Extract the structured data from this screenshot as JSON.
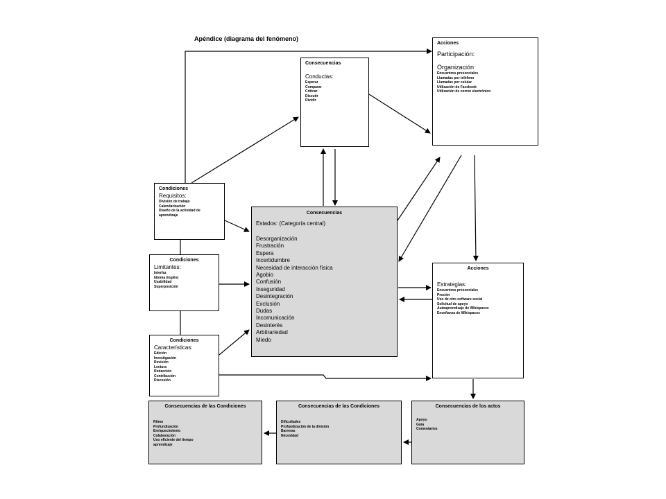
{
  "title": "Apéndice (diagrama del fenómeno)",
  "boxes": {
    "acciones_top": {
      "title": "Acciones",
      "sub1": "Participación:",
      "sub2": "Organización",
      "items": [
        "Encuentros presenciales",
        "Llamadas por teléfono",
        "Llamadas por celular",
        "Utilización de Facebook",
        "Utilización de correo electrónico"
      ]
    },
    "consec_conductas": {
      "title": "Consecuencias",
      "sub": "Conductas:",
      "items": [
        "Esperar",
        "Comparar",
        "Criticar",
        "Discutir",
        "Dividir"
      ]
    },
    "cond_requisitos": {
      "title": "Condiciones",
      "sub": "Requisitos:",
      "items": [
        "División de trabajo",
        "Calendarización",
        "Diseño de la actividad de aprendizaje"
      ]
    },
    "consec_estados": {
      "title": "Consecuencias",
      "sub": "Estados: (Categoría central)",
      "items": [
        "Desorganización",
        "Frustración",
        "Espera",
        "Incertidumbre",
        "Necesidad de interacción física",
        "Agobio",
        "Confusión",
        "Inseguridad",
        "Desintegración",
        "Exclusión",
        "Dudas",
        "Incomunicación",
        "Desinterés",
        "Arbitrariedad",
        "Miedo"
      ]
    },
    "cond_limitantes": {
      "title": "Condiciones",
      "sub": "Limitantes:",
      "items": [
        "Interfaz",
        "Idioma (inglés)",
        "Usabilidad",
        "Superposición"
      ]
    },
    "acciones_estrategias": {
      "title": "Acciones",
      "sub": "Estrategias:",
      "items": [
        "Encuentros presenciales",
        "Presión",
        "Uso de otro software social",
        "Solicitud de apoyo",
        "Autoaprendizaje de Wikispaces",
        "Enseñanza de Wikispaces"
      ]
    },
    "cond_caracteristicas": {
      "title": "Condiciones",
      "sub": "Características:",
      "items": [
        "Edición",
        "Investigación",
        "Revisión",
        "Lectura",
        "Redacción",
        "Contribución",
        "Discusión"
      ]
    },
    "consec_cond_1": {
      "title": "Consecuencias de las Condiciones",
      "items": [
        "Ritmo",
        "Profundización",
        "Enriquecimiento",
        "Colaboración",
        "Uso eficiente del tiempo",
        "aprendizaje"
      ]
    },
    "consec_cond_2": {
      "title": "Consecuencias de las Condiciones",
      "items": [
        "Dificultades",
        "Profundización de la división",
        "Barreras",
        "Necesidad"
      ]
    },
    "consec_actos": {
      "title": "Consecuencias de los actos",
      "items": [
        "Apoyo",
        "Guía",
        "Comentarios"
      ]
    }
  },
  "colors": {
    "line": "#000000",
    "gray_fill": "#d9d9d9",
    "white_fill": "#ffffff"
  }
}
